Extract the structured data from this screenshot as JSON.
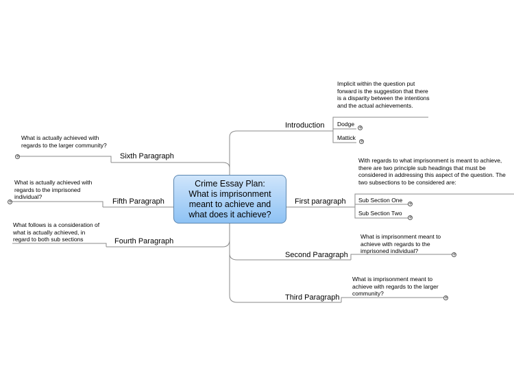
{
  "central": {
    "line1": "Crime Essay Plan:",
    "line2": "What is imprisonment",
    "line3": "meant to achieve and",
    "line4": "what does it achieve?"
  },
  "branches": {
    "introduction": "Introduction",
    "first": "First paragraph",
    "second": "Second Paragraph",
    "third": "Third Paragraph",
    "fourth": "Fourth Paragraph",
    "fifth": "Fifth Paragraph",
    "sixth": "Sixth Paragraph"
  },
  "notes": {
    "introduction": "Implicit within the question put forward is the suggestion that there is a disparity between the intentions and the actual achievements.",
    "first": "With regards to what imprisonment is meant to achieve, there are two principle sub headings that must be considered in addressing this aspect of the question. The two subsections to be considered are:",
    "second": "What is imprisonment meant to achieve with regards to the imprisoned individual?",
    "third": "What is imprisonment meant to achieve with regards to the larger community?",
    "fourth": "What follows is a consideration of what is actually achieved, in regard to both sub sections",
    "fifth": "What is actually achieved with regards to the imprisoned individual?",
    "sixth": "What is actually achieved with regards to the larger community?"
  },
  "subtopics": {
    "dodge": "Dodge",
    "mattick": "Mattick",
    "sub_one": "Sub Section One",
    "sub_two": "Sub Section Two"
  },
  "colors": {
    "node_fill_top": "#cfe5fb",
    "node_fill_bottom": "#8ec2f4",
    "node_border": "#5a86b0",
    "connector": "#8a8a8a"
  },
  "icons": {
    "expand": "plus-circle-icon"
  }
}
